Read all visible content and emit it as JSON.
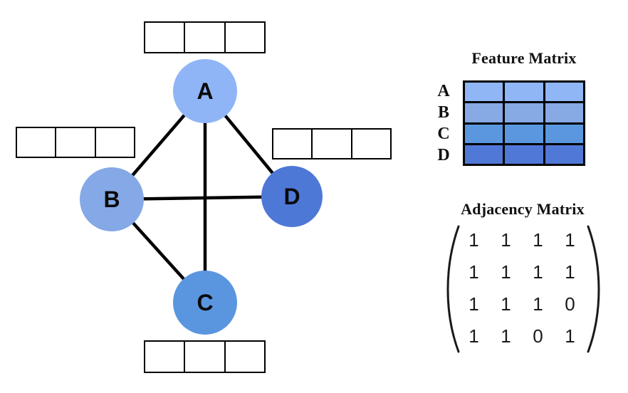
{
  "graph": {
    "nodes": [
      {
        "id": "A",
        "label": "A",
        "color": "#8FB5F6"
      },
      {
        "id": "B",
        "label": "B",
        "color": "#85A9E6"
      },
      {
        "id": "C",
        "label": "C",
        "color": "#5A96DF"
      },
      {
        "id": "D",
        "label": "D",
        "color": "#4E78D6"
      }
    ],
    "edges": [
      [
        "A",
        "B"
      ],
      [
        "A",
        "C"
      ],
      [
        "A",
        "D"
      ],
      [
        "B",
        "C"
      ],
      [
        "B",
        "D"
      ]
    ],
    "feature_vector_cells_per_node": 3
  },
  "feature_matrix": {
    "title": "Feature Matrix",
    "row_labels": [
      "A",
      "B",
      "C",
      "D"
    ],
    "columns": 3,
    "row_colors": [
      "#90B6F5",
      "#87A9E4",
      "#5B97DF",
      "#5078D6"
    ]
  },
  "adjacency_matrix": {
    "title": "Adjacency Matrix",
    "values": [
      [
        "1",
        "1",
        "1",
        "1"
      ],
      [
        "1",
        "1",
        "1",
        "1"
      ],
      [
        "1",
        "1",
        "1",
        "0"
      ],
      [
        "1",
        "1",
        "0",
        "1"
      ]
    ]
  }
}
